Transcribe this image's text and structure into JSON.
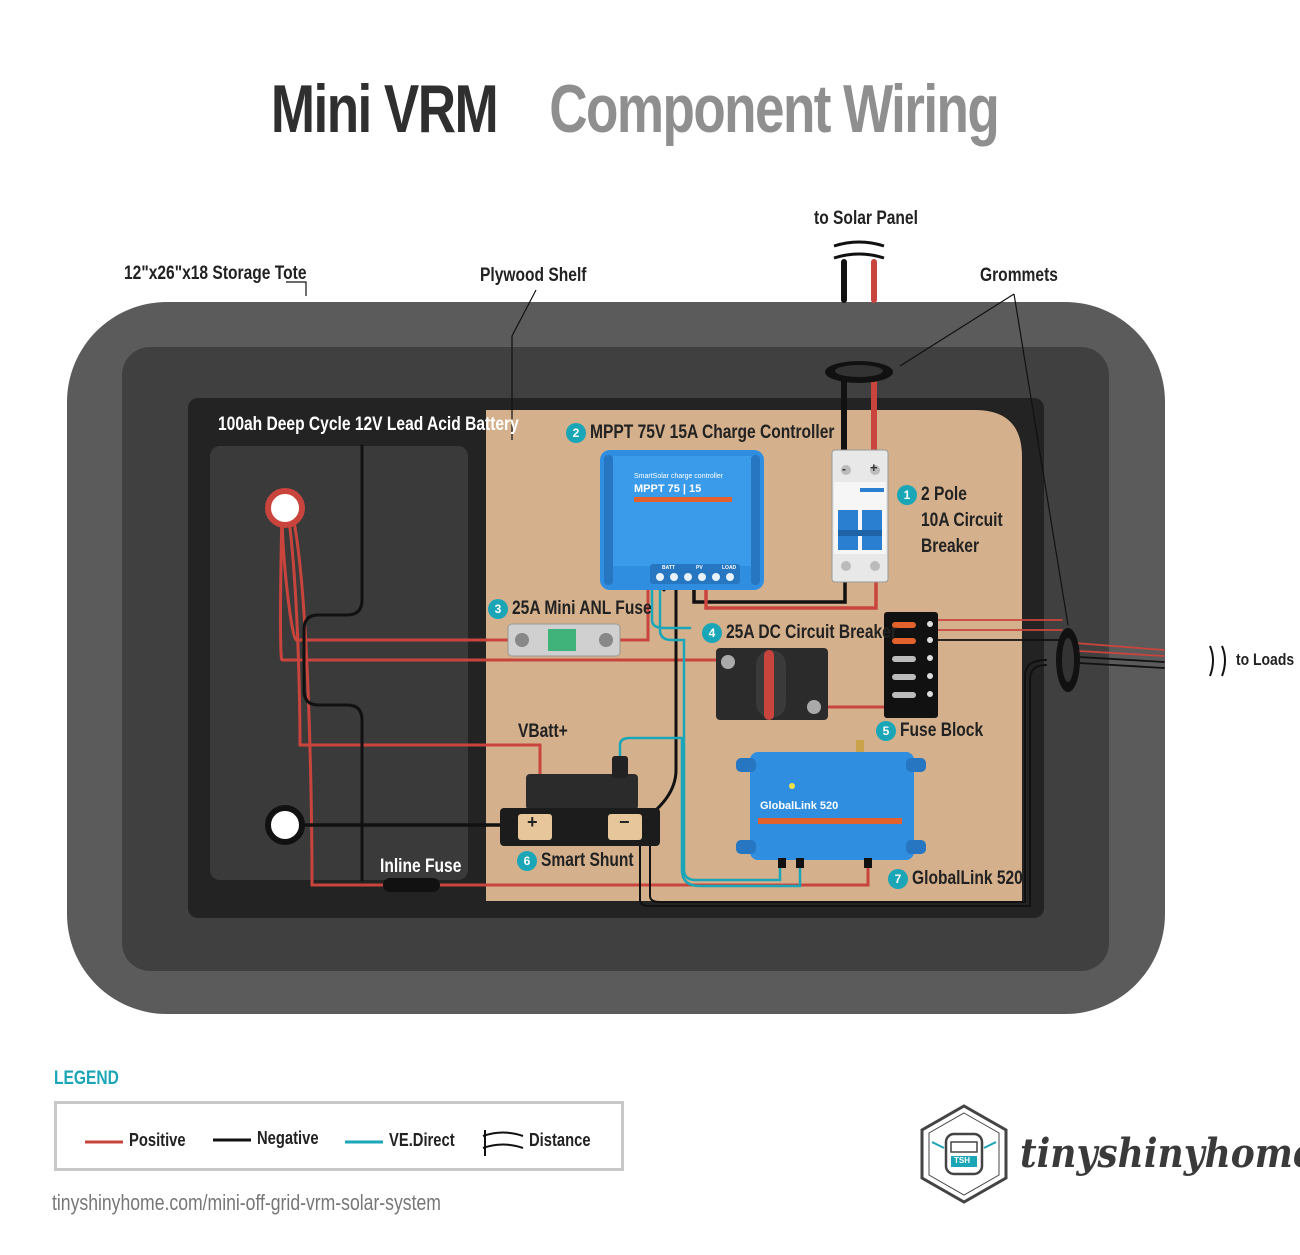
{
  "title": {
    "part1": "Mini VRM",
    "part2": "Component Wiring"
  },
  "labels": {
    "tote": "12\"x26\"x18 Storage Tote",
    "shelf": "Plywood Shelf",
    "solar": "to Solar Panel",
    "grommets": "Grommets",
    "battery": "100ah Deep Cycle 12V Lead Acid Battery",
    "loads": "to Loads",
    "vbatt": "VBatt+",
    "inline_fuse": "Inline Fuse"
  },
  "components": [
    {
      "num": "1",
      "lines": [
        "2 Pole",
        "10A Circuit",
        "Breaker"
      ]
    },
    {
      "num": "2",
      "label": "MPPT 75V 15A Charge Controller"
    },
    {
      "num": "3",
      "label": "25A Mini ANL Fuse"
    },
    {
      "num": "4",
      "label": "25A DC Circuit Breaker"
    },
    {
      "num": "5",
      "label": "Fuse Block"
    },
    {
      "num": "6",
      "label": "Smart Shunt"
    },
    {
      "num": "7",
      "label": "GlobalLink 520"
    }
  ],
  "device_text": {
    "mppt_brand": "SmartSolar charge controller",
    "mppt_model": "MPPT 75 | 15",
    "mppt_terms": [
      "BATT",
      "PV",
      "LOAD"
    ],
    "globallink_model": "GlobalLink 520",
    "breaker_minus": "-",
    "breaker_plus": "+",
    "shunt_plus": "+",
    "shunt_minus": "−"
  },
  "legend": {
    "title": "LEGEND",
    "items": [
      {
        "label": "Positive",
        "color": "#c9443d"
      },
      {
        "label": "Negative",
        "color": "#111111"
      },
      {
        "label": "VE.Direct",
        "color": "#1aa6b7"
      },
      {
        "label": "Distance",
        "color": "#111111"
      }
    ]
  },
  "footer": {
    "url": "tinyshinyhome.com/mini-off-grid-vrm-solar-system",
    "brand": "tinyshinyhome",
    "badge": "TSH"
  },
  "colors": {
    "positive": "#c9443d",
    "negative": "#111111",
    "vedirect": "#1aa6b7",
    "plywood": "#d4b08c",
    "victron_blue": "#2f8ee0"
  }
}
